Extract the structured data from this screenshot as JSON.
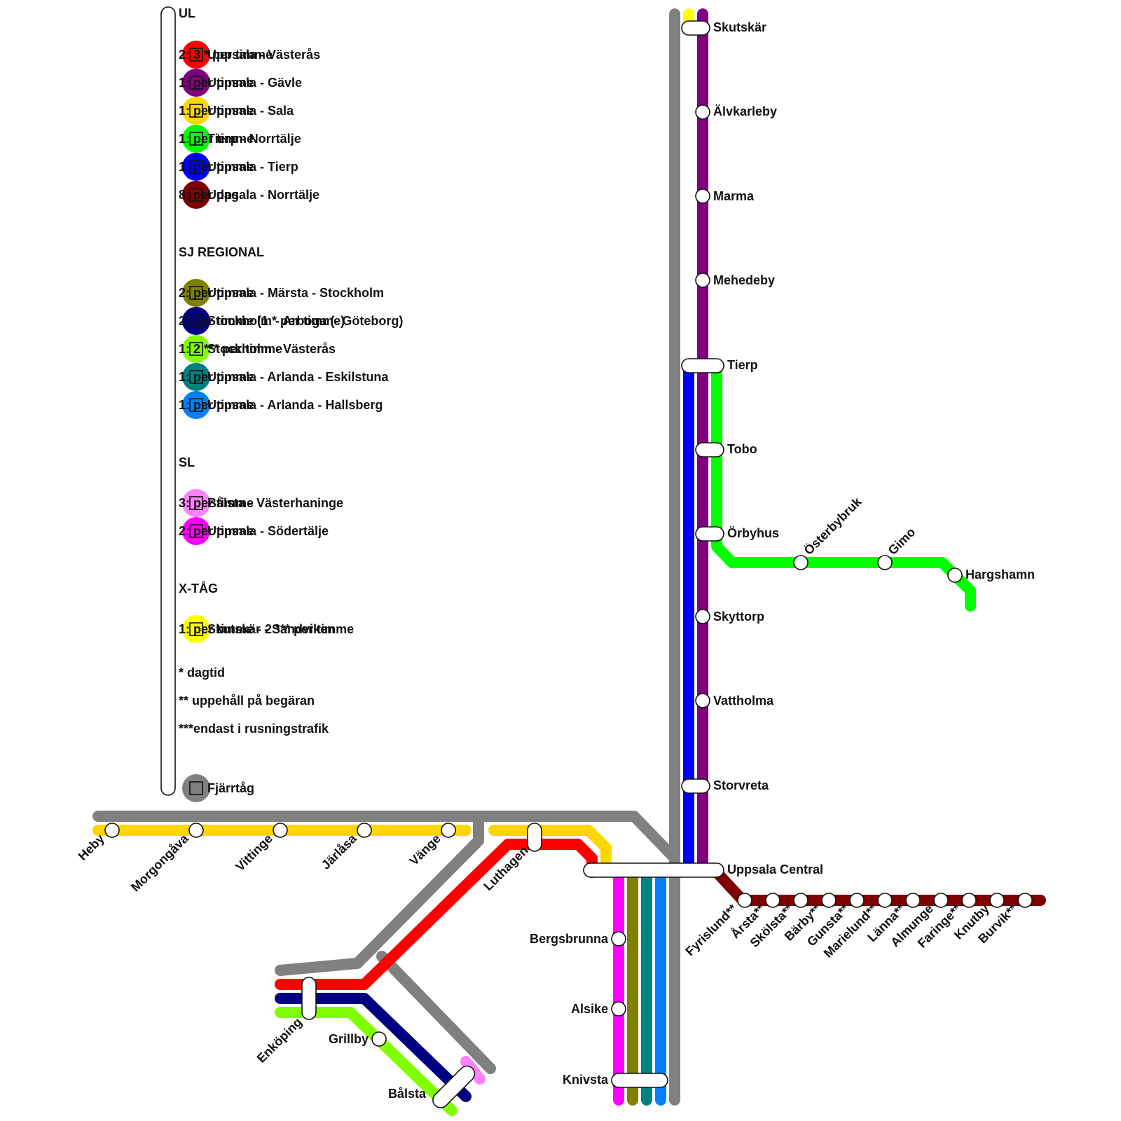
{
  "colors": {
    "ul_red": "#ff0000",
    "ul_purple": "#800080",
    "ul_gold": "#ffd700",
    "ul_green": "#00ff00",
    "ul_blue": "#0000ff",
    "ul_maroon": "#800000",
    "sj_olive": "#808000",
    "sj_navy": "#000080",
    "sj_lime": "#80ff00",
    "sj_teal": "#008080",
    "sj_azure": "#0080ff",
    "sl_pink": "#ff80ff",
    "sl_magenta": "#ff00ff",
    "xtag_yellow": "#ffff00",
    "fjarrtag_gray": "#808080"
  },
  "legend": {
    "sections": [
      {
        "title": "UL",
        "items": [
          {
            "label": "Uppsala - Västerås",
            "freq": "2: 3 * per timme",
            "color": "ul_red"
          },
          {
            "label": "Uppsala - Gävle",
            "freq": "1: per timme",
            "color": "ul_purple"
          },
          {
            "label": "Uppsala - Sala",
            "freq": "1: per timme",
            "color": "ul_gold"
          },
          {
            "label": "Tierp - Norrtälje",
            "freq": "1: per timme",
            "color": "ul_green"
          },
          {
            "label": "Uppsala - Tierp",
            "freq": "1: per timme",
            "color": "ul_blue"
          },
          {
            "label": "Uppsala - Norrtälje",
            "freq": "8: per dag",
            "color": "ul_maroon"
          }
        ]
      },
      {
        "title": "SJ REGIONAL",
        "items": [
          {
            "label": "Uppsala - Märsta - Stockholm",
            "freq": "2: per timme",
            "color": "sj_olive"
          },
          {
            "label": "Stockholm - Arboga (- Göteborg)",
            "freq": "2: per timme (1 * per timme)",
            "color": "sj_navy"
          },
          {
            "label": "Stockholm - Västerås",
            "freq": "1: 2 *** per timme",
            "color": "sj_lime"
          },
          {
            "label": "Uppsala - Arlanda - Eskilstuna",
            "freq": "1: per timme",
            "color": "sj_teal"
          },
          {
            "label": "Uppsala - Arlanda - Hallsberg",
            "freq": "1: per timme",
            "color": "sj_azure"
          }
        ]
      },
      {
        "title": "SL",
        "items": [
          {
            "label": "Bålsta - Västerhaninge",
            "freq": "3: per timme",
            "color": "sl_pink"
          },
          {
            "label": "Uppsala - Södertälje",
            "freq": "2: per timme",
            "color": "sl_magenta"
          }
        ]
      },
      {
        "title": "X-TÅG",
        "items": [
          {
            "label": "Skutskär - Sandviken",
            "freq": "1: per timme - 2 *** per timme",
            "color": "xtag_yellow"
          }
        ]
      }
    ],
    "notes": [
      "* dagtid",
      "** uppehåll på begäran",
      "***endast i rusningstrafik"
    ],
    "fjarrtag": "Fjärrtåg"
  },
  "stations": {
    "skutskar": "Skutskär",
    "alvkarleby": "Älvkarleby",
    "marma": "Marma",
    "mehedeby": "Mehedeby",
    "tierp": "Tierp",
    "tobo": "Tobo",
    "orbyhus": "Örbyhus",
    "osterbybruk": "Österbybruk",
    "gimo": "Gimo",
    "hargshamn": "Hargshamn",
    "skyttorp": "Skyttorp",
    "vattholma": "Vattholma",
    "storvreta": "Storvreta",
    "uppsala_central": "Uppsala Central",
    "bergsbrunna": "Bergsbrunna",
    "alsike": "Alsike",
    "knivsta": "Knivsta",
    "heby": "Heby",
    "morgongava": "Morgongåva",
    "vittinge": "Vittinge",
    "jarlasa": "Järlåsa",
    "vange": "Vänge",
    "luthagen": "Luthagen",
    "enkoping": "Enköping",
    "grillby": "Grillby",
    "balsta": "Bålsta",
    "fyrislund": "Fyrislund**",
    "arsta": "Årsta**",
    "skolsta": "Skölsta**",
    "barby": "Bärby**",
    "gunsta": "Gunsta**",
    "marielund": "Marielund**",
    "lanna": "Länna**",
    "almunge": "Almunge",
    "faringe": "Faringe**",
    "knutby": "Knutby",
    "burvik": "Burvik**"
  }
}
